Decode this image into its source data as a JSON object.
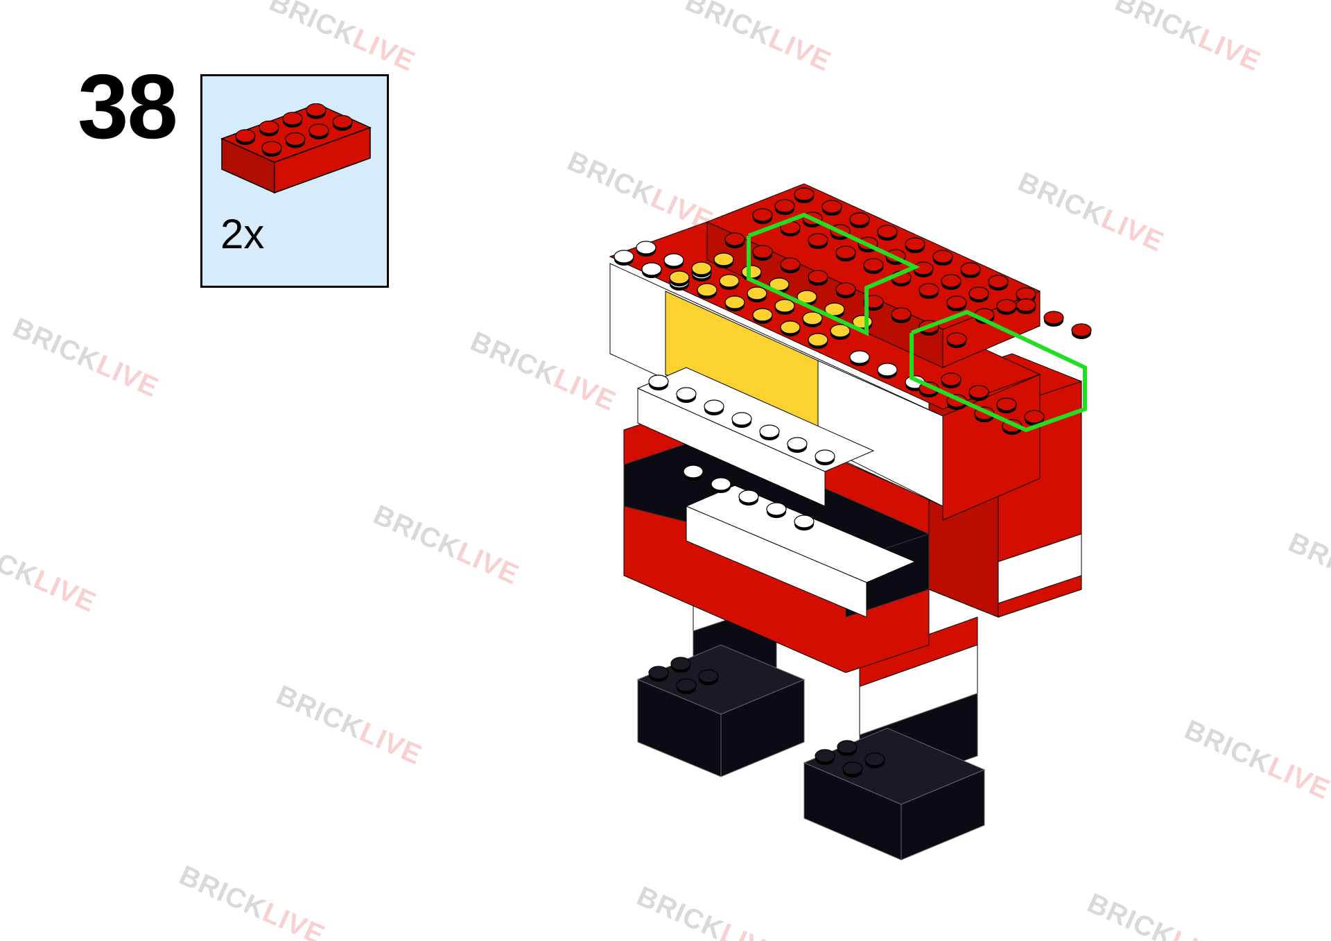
{
  "step": {
    "number": "38"
  },
  "parts": [
    {
      "name": "red-brick-2x4",
      "color": "#d30e00",
      "quantity_label": "2x"
    }
  ],
  "watermark": {
    "part1": "BRICK",
    "part2": "LIVE"
  },
  "colors": {
    "red": "#d30e00",
    "dark_red": "#a80c00",
    "white": "#ffffff",
    "yellow": "#fcd230",
    "black": "#0b0b14",
    "highlight": "#22dd22",
    "parts_bg": "#d6ebfb"
  }
}
